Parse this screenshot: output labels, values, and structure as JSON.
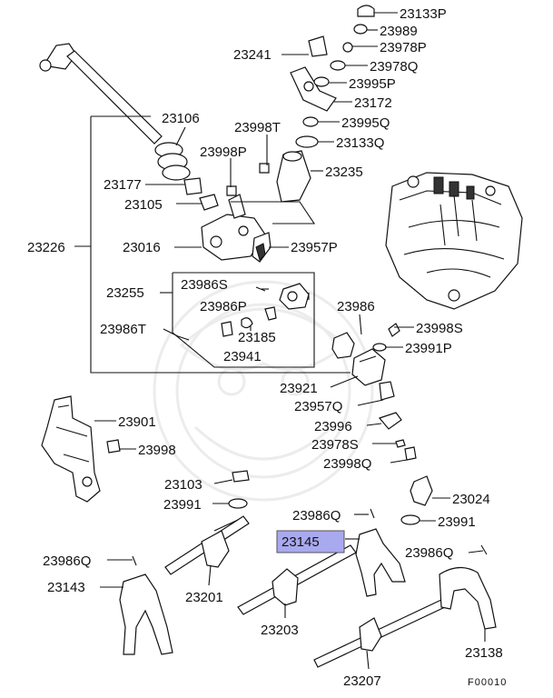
{
  "labels": {
    "p23133P": "23133P",
    "p23989": "23989",
    "p23978P": "23978P",
    "p23241": "23241",
    "p23978Q": "23978Q",
    "p23995P": "23995P",
    "p23172": "23172",
    "p23106": "23106",
    "p23998T": "23998T",
    "p23995Q": "23995Q",
    "p23133Q": "23133Q",
    "p23998P": "23998P",
    "p23235": "23235",
    "p23177": "23177",
    "p23105": "23105",
    "p23226": "23226",
    "p23016": "23016",
    "p23957P": "23957P",
    "p23986S": "23986S",
    "p23255": "23255",
    "p23986P": "23986P",
    "p23986": "23986",
    "p23986T": "23986T",
    "p23185": "23185",
    "p23998S": "23998S",
    "p23991P": "23991P",
    "p23941": "23941",
    "p23921": "23921",
    "p23957Q": "23957Q",
    "p23901": "23901",
    "p23996": "23996",
    "p23998": "23998",
    "p23978S": "23978S",
    "p23998Q": "23998Q",
    "p23103": "23103",
    "p23024": "23024",
    "p23991": "23991",
    "p23986Q_a": "23986Q",
    "p23991_b": "23991",
    "p23145": "23145",
    "p23986Q_b": "23986Q",
    "p23986Q_c": "23986Q",
    "p23143": "23143",
    "p23201": "23201",
    "p23203": "23203",
    "p23138": "23138",
    "p23207": "23207"
  },
  "figure_code": "F00010",
  "highlight_color": "#a9a9ef"
}
